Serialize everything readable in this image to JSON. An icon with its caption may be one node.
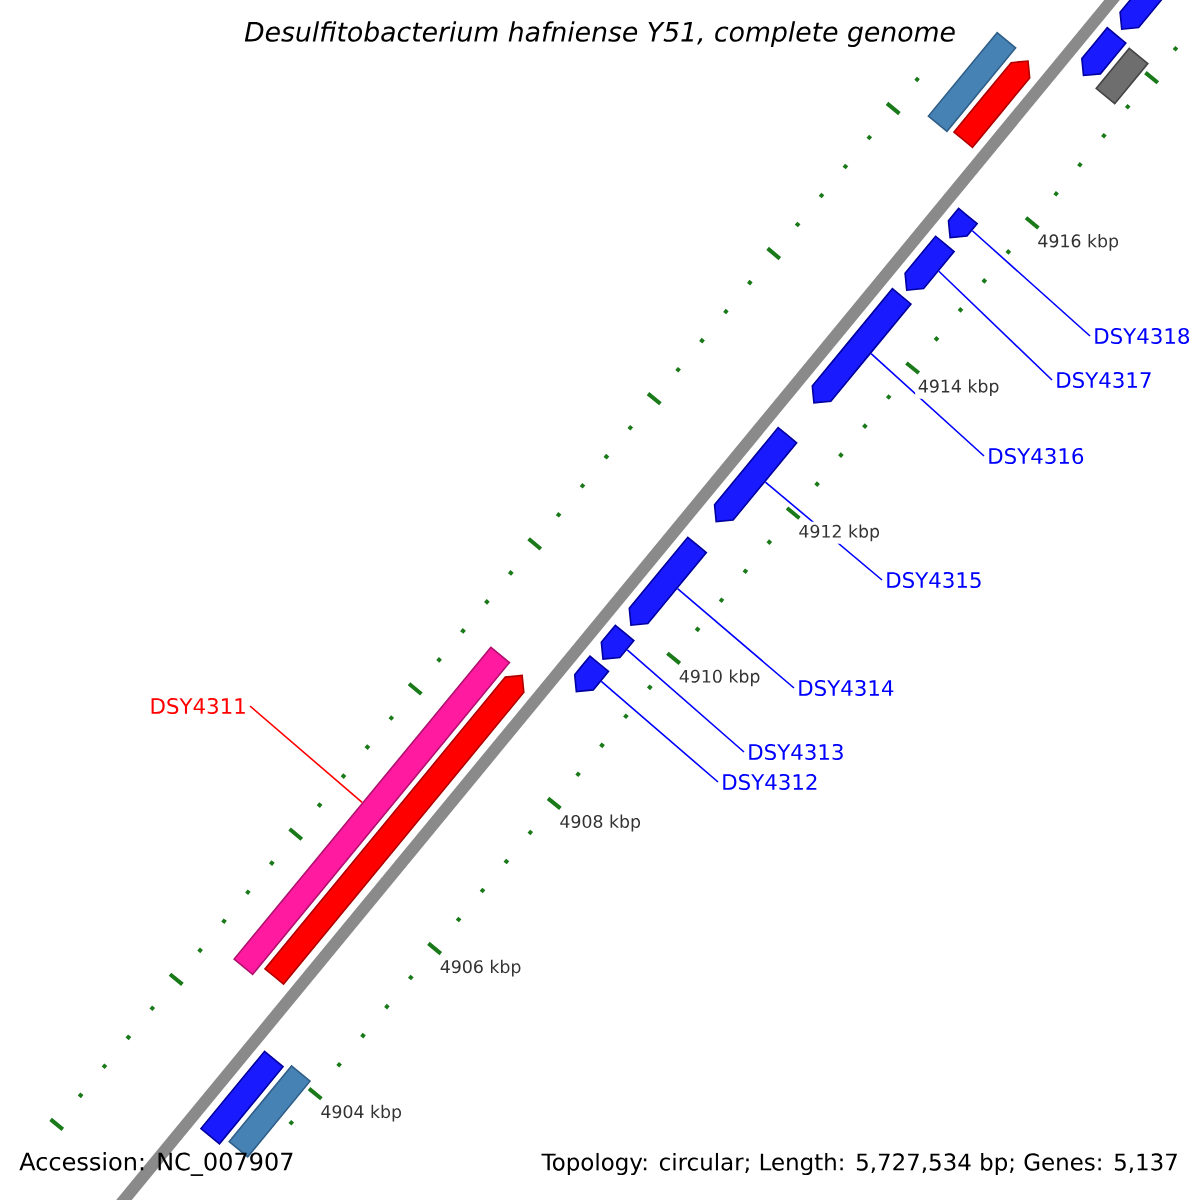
{
  "diagram": {
    "title": "Desulfitobacterium hafniense Y51, complete genome",
    "nodes": [
      {
        "text": [
          "DSY4318"
        ]
      },
      {
        "text": [
          "DSY4317"
        ]
      },
      {
        "text": [
          "DSY4316"
        ]
      },
      {
        "text": [
          "DSY4315"
        ]
      },
      {
        "text": [
          "DSY4314"
        ]
      },
      {
        "text": [
          "DSY4313"
        ]
      },
      {
        "text": [
          "DSY4312"
        ]
      },
      {
        "text": [
          "DSY4311"
        ]
      },
      {
        "text": [],
        "shape": "pentagon"
      },
      {
        "text": [],
        "shape": "pentagon"
      },
      {
        "text": [],
        "shape": "bar"
      },
      {
        "text": [],
        "shape": "bar"
      },
      {
        "text": [],
        "shape": "pentagon"
      },
      {
        "text": [],
        "shape": "pentagon"
      },
      {
        "text": [],
        "shape": "pentagon"
      },
      {
        "text": [],
        "shape": "pentagon"
      },
      {
        "text": [],
        "shape": "pentagon"
      },
      {
        "text": [],
        "shape": "pentagon"
      },
      {
        "text": [],
        "shape": "pentagon"
      },
      {
        "text": [],
        "shape": "pentagon"
      },
      {
        "text": [],
        "shape": "bar"
      },
      {
        "text": [],
        "shape": "pentagon"
      },
      {
        "text": [],
        "shape": "bar"
      },
      {
        "text": [],
        "shape": "bar"
      }
    ],
    "edges": [
      {
        "from": 0,
        "to": 13,
        "arrow": "none"
      },
      {
        "from": 1,
        "to": 14,
        "arrow": "none"
      },
      {
        "from": 2,
        "to": 15,
        "arrow": "none"
      },
      {
        "from": 3,
        "to": 16,
        "arrow": "none"
      },
      {
        "from": 4,
        "to": 17,
        "arrow": "none"
      },
      {
        "from": 5,
        "to": 18,
        "arrow": "none"
      },
      {
        "from": 6,
        "to": 19,
        "arrow": "none"
      },
      {
        "from": 7,
        "to": 20,
        "arrow": "none",
        "color": "#ff0000"
      }
    ],
    "labels": [
      "4916 kbp",
      "4914 kbp",
      "4912 kbp",
      "4910 kbp",
      "4908 kbp",
      "4906 kbp",
      "4904 kbp",
      "Accession: NC_007907",
      "Topology: circular; Length: 5,727,534 bp; Genes: 5,137"
    ]
  }
}
